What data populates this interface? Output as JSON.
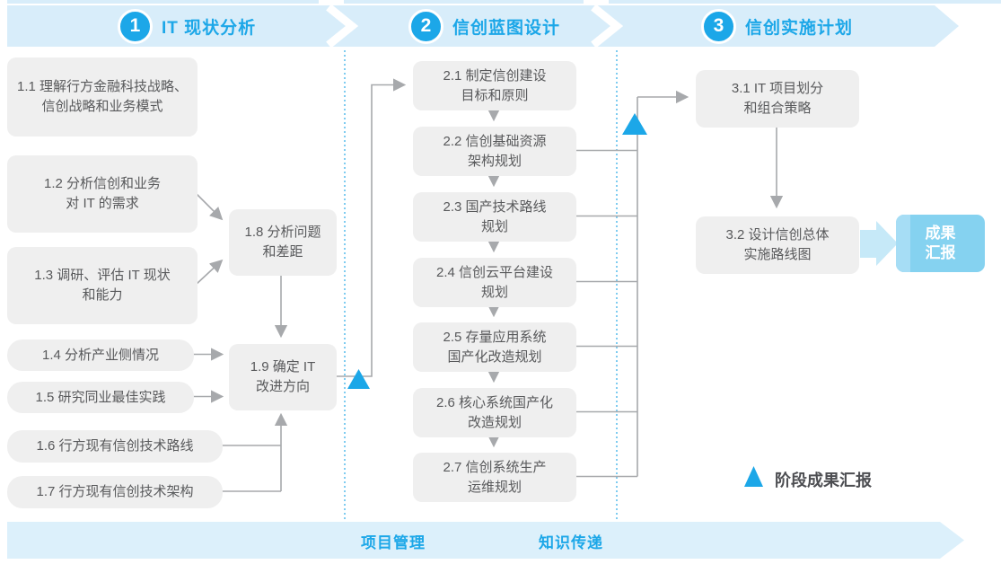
{
  "colors": {
    "accent_blue": "#1CA7E8",
    "band_light_blue": "#D8EDFA",
    "box_gray": "#EFEFEF",
    "box_text_gray": "#58595B",
    "connector_gray": "#A7A9AC",
    "report_box_blue": "#85D2F0",
    "report_stripe_blue": "#A6DDF5",
    "report_arrow_blue": "#C6E9F8"
  },
  "phases": [
    {
      "number": "1",
      "title": "IT 现状分析"
    },
    {
      "number": "2",
      "title": "信创蓝图设计"
    },
    {
      "number": "3",
      "title": "信创实施计划"
    }
  ],
  "steps": {
    "s1_1": {
      "label": "1.1 理解行方金融科技战略、\n信创战略和业务模式"
    },
    "s1_2": {
      "label": "1.2 分析信创和业务\n对 IT 的需求"
    },
    "s1_3": {
      "label": "1.3 调研、评估 IT 现状\n和能力"
    },
    "s1_4": {
      "label": "1.4 分析产业侧情况"
    },
    "s1_5": {
      "label": "1.5 研究同业最佳实践"
    },
    "s1_6": {
      "label": "1.6 行方现有信创技术路线"
    },
    "s1_7": {
      "label": "1.7 行方现有信创技术架构"
    },
    "s1_8": {
      "label": "1.8 分析问题\n和差距"
    },
    "s1_9": {
      "label": "1.9 确定 IT\n改进方向"
    },
    "s2_1": {
      "label": "2.1 制定信创建设\n目标和原则"
    },
    "s2_2": {
      "label": "2.2 信创基础资源\n架构规划"
    },
    "s2_3": {
      "label": "2.3 国产技术路线\n规划"
    },
    "s2_4": {
      "label": "2.4 信创云平台建设\n规划"
    },
    "s2_5": {
      "label": "2.5 存量应用系统\n国产化改造规划"
    },
    "s2_6": {
      "label": "2.6 核心系统国产化\n改造规划"
    },
    "s2_7": {
      "label": "2.7 信创系统生产\n运维规划"
    },
    "s3_1": {
      "label": "3.1 IT 项目划分\n和组合策略"
    },
    "s3_2": {
      "label": "3.2 设计信创总体\n实施路线图"
    }
  },
  "report_box": {
    "label": "成果\n汇报"
  },
  "legend": {
    "label": "阶段成果汇报"
  },
  "footer": {
    "items": [
      {
        "label": "项目管理"
      },
      {
        "label": "知识传递"
      }
    ]
  }
}
